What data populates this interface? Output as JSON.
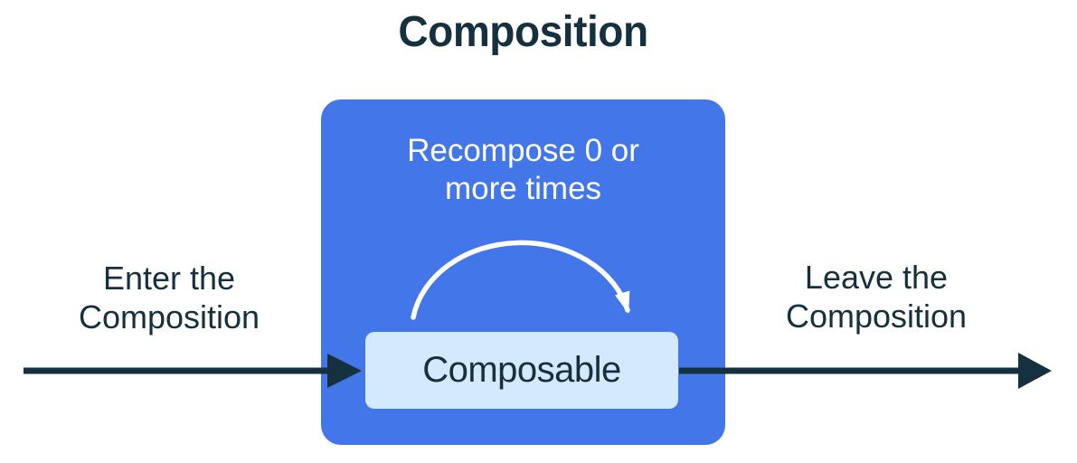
{
  "title": "Composition",
  "colors": {
    "container_blue": "#4377E9",
    "composable_fill": "#D3E9FC",
    "ink_navy": "#15303E",
    "arc_white": "#FFFFFF"
  },
  "composition_box": {
    "recompose_note": "Recompose 0 or\nmore times",
    "composable_label": "Composable"
  },
  "flow_labels": {
    "enter": "Enter the\nComposition",
    "leave": "Leave the\nComposition"
  },
  "arrows": {
    "enter": "enter-arrow",
    "leave": "leave-arrow",
    "recompose": "recompose-loop-arrow"
  }
}
